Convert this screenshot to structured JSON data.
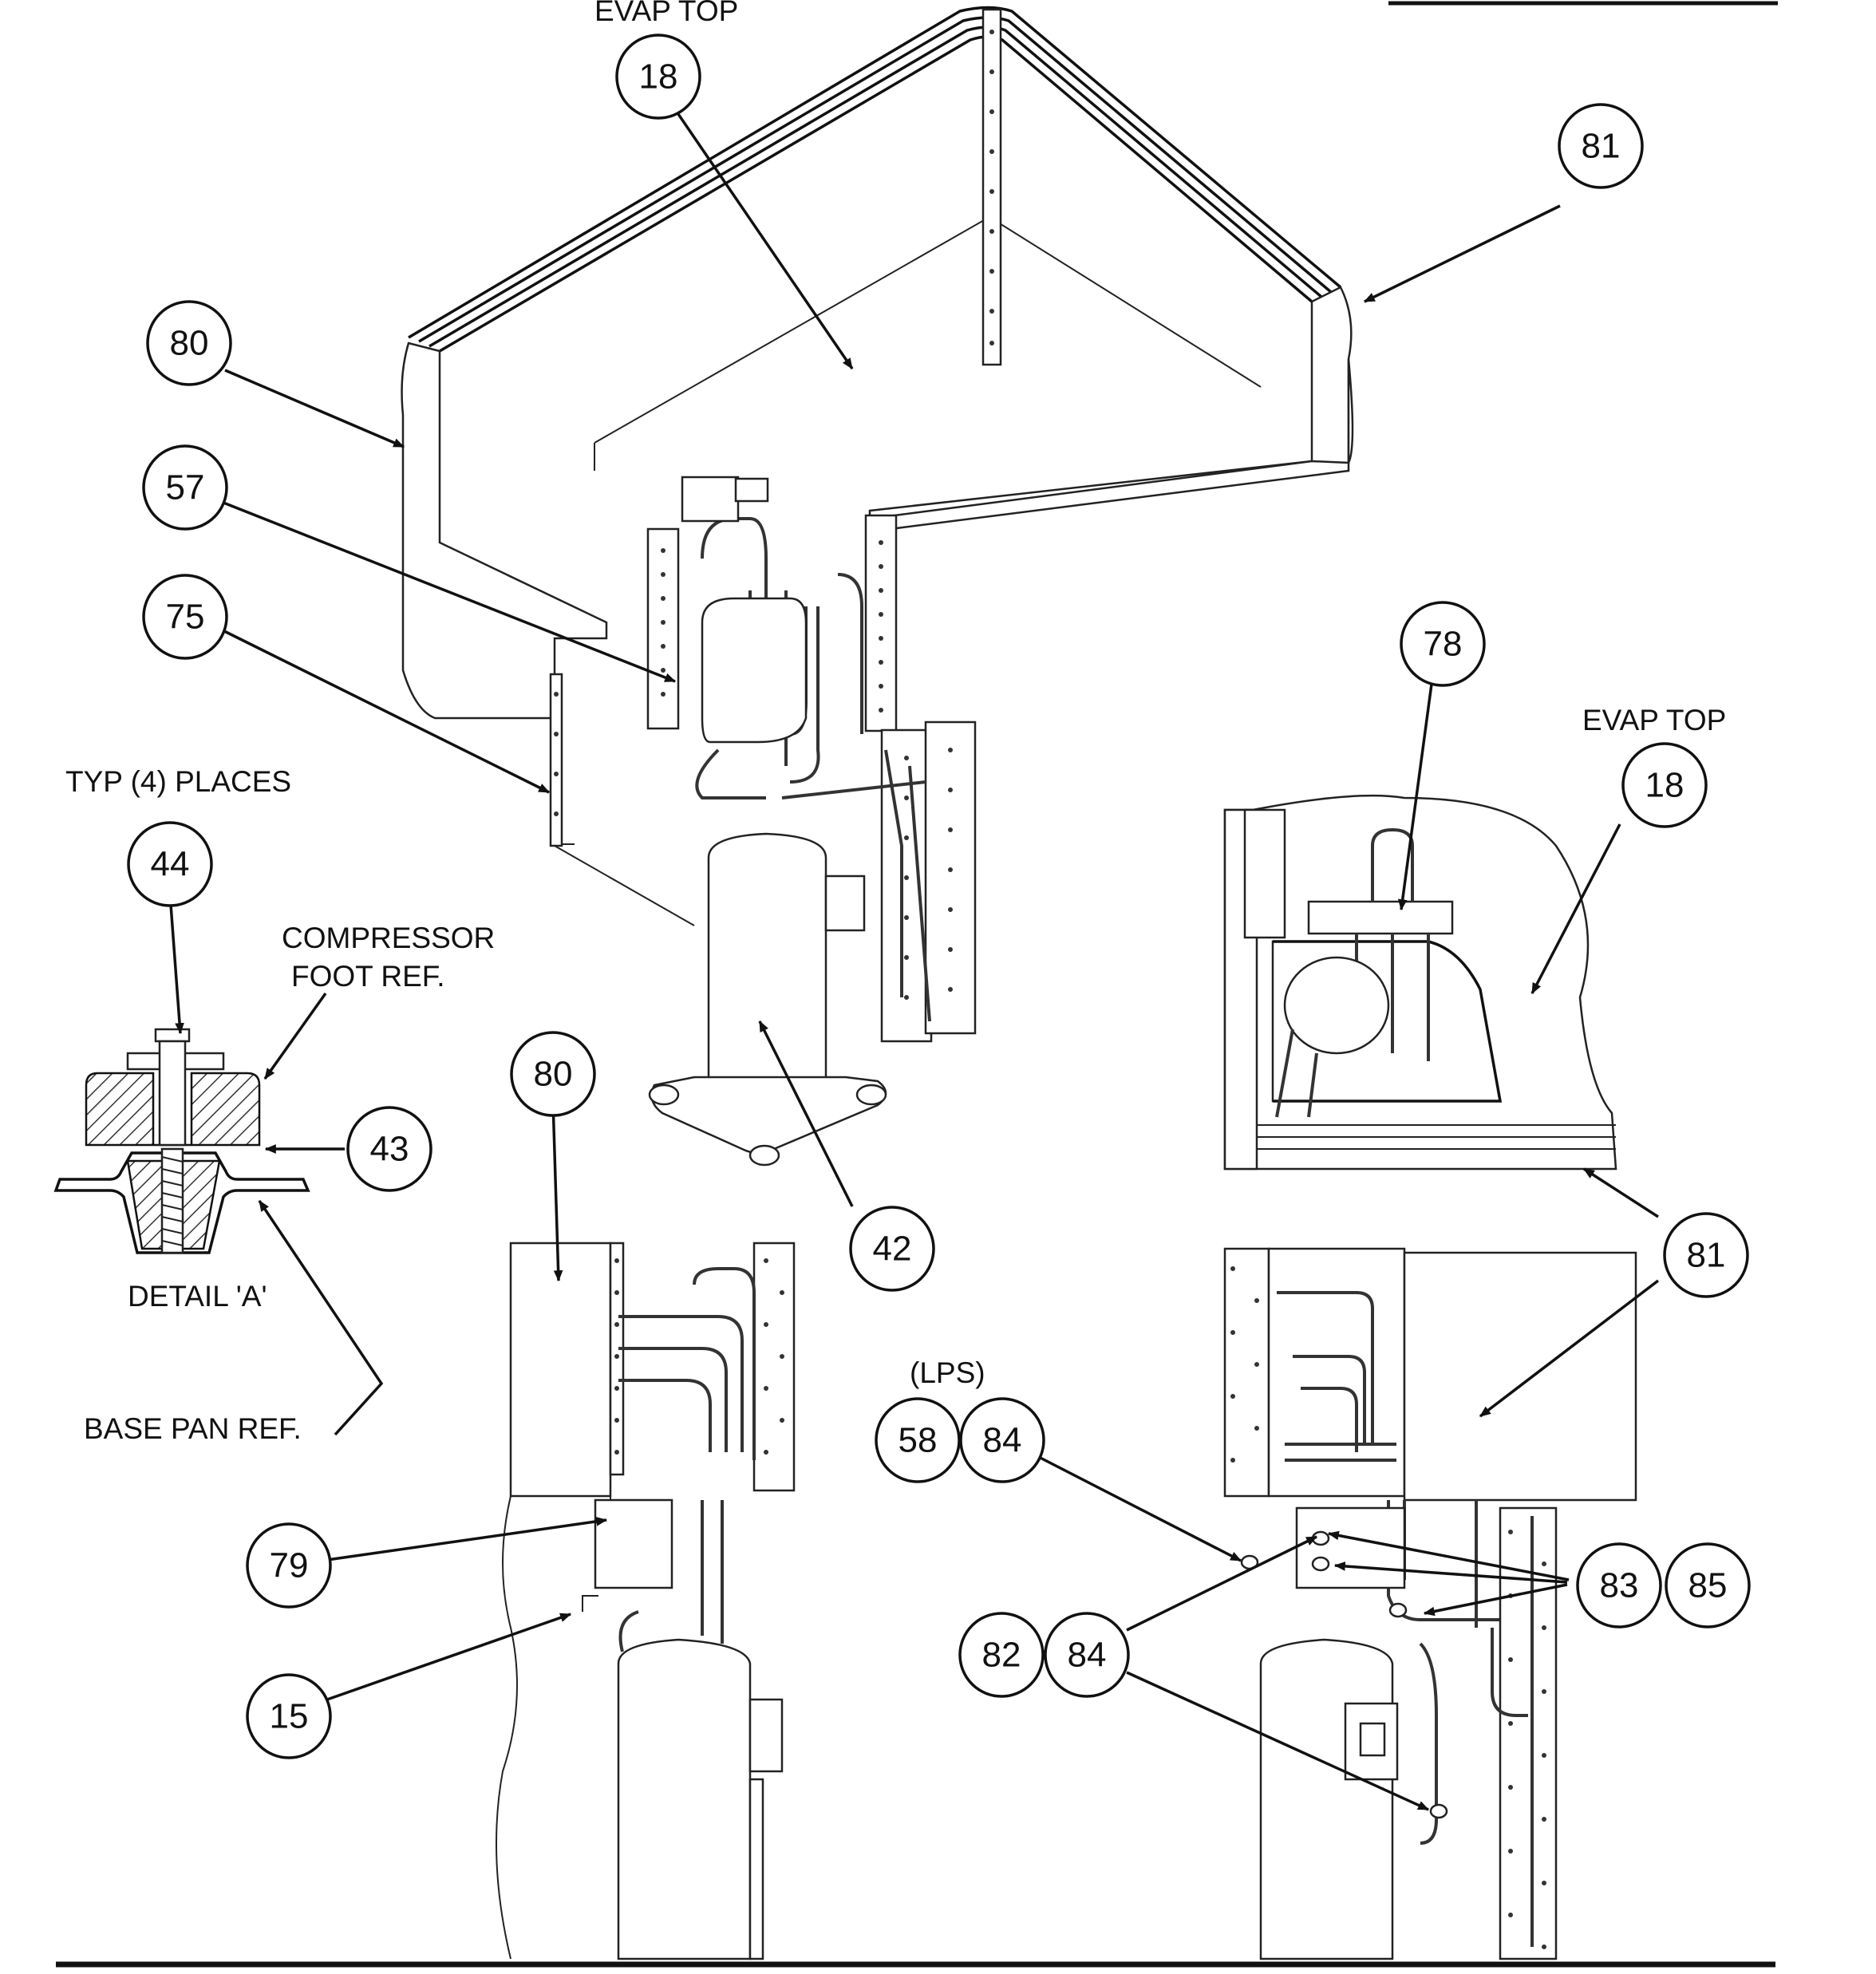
{
  "colors": {
    "ink": "#111111",
    "paper": "#ffffff"
  },
  "labels": {
    "evap_top_1": "EVAP TOP",
    "evap_top_2": "EVAP TOP",
    "typ_places": "TYP (4) PLACES",
    "compressor_line1": "COMPRESSOR",
    "compressor_line2": "FOOT REF.",
    "detail_a": "DETAIL 'A'",
    "base_pan_ref": "BASE PAN REF.",
    "lps": "(LPS)"
  },
  "callouts": {
    "c18a": "18",
    "c81a": "81",
    "c80a": "80",
    "c57": "57",
    "c75": "75",
    "c78": "78",
    "c18b": "18",
    "c44": "44",
    "c43": "43",
    "c42": "42",
    "c80b": "80",
    "c81b": "81",
    "c58": "58",
    "c84a": "84",
    "c79": "79",
    "c83": "83",
    "c85": "85",
    "c82": "82",
    "c84b": "84",
    "c15": "15"
  }
}
